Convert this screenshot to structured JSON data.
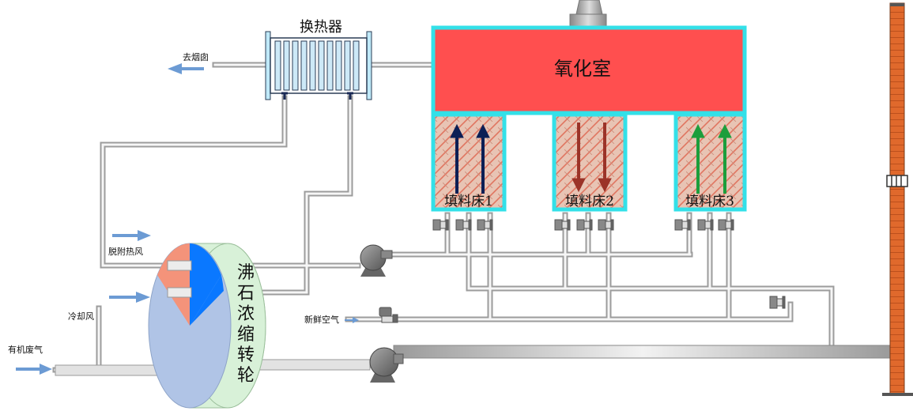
{
  "labels": {
    "heat_exchanger": "换热器",
    "oxidation_chamber": "氧化室",
    "to_chimney": "去烟囱",
    "desorption_hot_air": "脱附热风",
    "cooling_air": "冷却风",
    "organic_waste_gas": "有机废气",
    "fresh_air": "新鲜空气",
    "wheel_title": [
      "沸",
      "石",
      "浓",
      "缩",
      "转",
      "轮"
    ],
    "bed1": "填料床1",
    "bed2": "填料床2",
    "bed3": "填料床3"
  },
  "colors": {
    "oxidation": "#ff4f4f",
    "outline": "#33e0e8",
    "pipe": "#b9b9b9",
    "bed1_arrow": "#0c1f55",
    "bed2_arrow": "#9b3328",
    "bed3_arrow": "#1c9e3c",
    "chimney": "#e0692c",
    "wheel_body": "#d8f1d8",
    "wheel_face": "#b0c4e6",
    "wheel_orange": "#f4937a",
    "wheel_blue": "#0a78ff",
    "flow_arrow": "#6c9bd4"
  },
  "icons": [
    "fan-icon",
    "valve-icon",
    "arrow-icon",
    "chimney-icon",
    "heat-exchanger-icon"
  ],
  "flow": {
    "bed1_direction": "up",
    "bed2_direction": "down",
    "bed3_direction": "up"
  }
}
